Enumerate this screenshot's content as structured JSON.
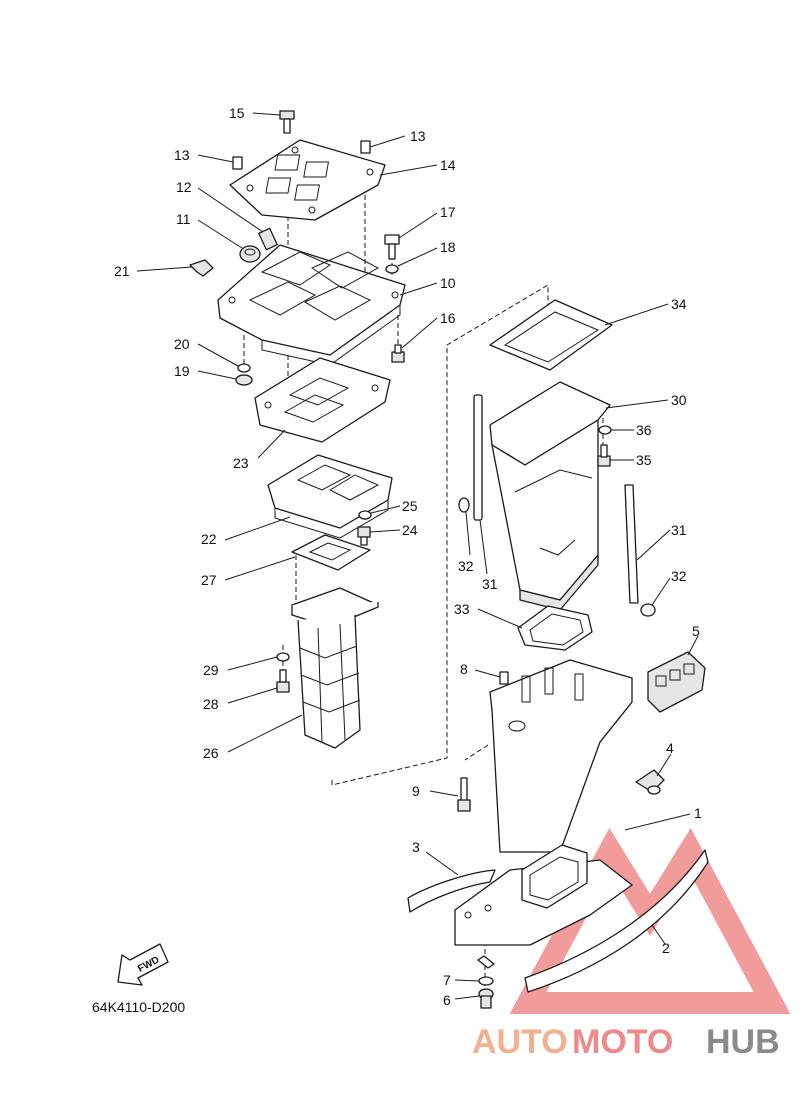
{
  "diagram": {
    "code": "64K4110-D200",
    "fwd_label": "FWD",
    "callouts": [
      {
        "id": "c1",
        "text": "1"
      },
      {
        "id": "c2",
        "text": "2"
      },
      {
        "id": "c3",
        "text": "3"
      },
      {
        "id": "c4",
        "text": "4"
      },
      {
        "id": "c5",
        "text": "5"
      },
      {
        "id": "c6",
        "text": "6"
      },
      {
        "id": "c7",
        "text": "7"
      },
      {
        "id": "c8",
        "text": "8"
      },
      {
        "id": "c9",
        "text": "9"
      },
      {
        "id": "c10",
        "text": "10"
      },
      {
        "id": "c11",
        "text": "11"
      },
      {
        "id": "c12",
        "text": "12"
      },
      {
        "id": "c13a",
        "text": "13"
      },
      {
        "id": "c13b",
        "text": "13"
      },
      {
        "id": "c14",
        "text": "14"
      },
      {
        "id": "c15",
        "text": "15"
      },
      {
        "id": "c16",
        "text": "16"
      },
      {
        "id": "c17",
        "text": "17"
      },
      {
        "id": "c18",
        "text": "18"
      },
      {
        "id": "c19",
        "text": "19"
      },
      {
        "id": "c20",
        "text": "20"
      },
      {
        "id": "c21",
        "text": "21"
      },
      {
        "id": "c22",
        "text": "22"
      },
      {
        "id": "c23",
        "text": "23"
      },
      {
        "id": "c24",
        "text": "24"
      },
      {
        "id": "c25",
        "text": "25"
      },
      {
        "id": "c26",
        "text": "26"
      },
      {
        "id": "c27",
        "text": "27"
      },
      {
        "id": "c28",
        "text": "28"
      },
      {
        "id": "c29",
        "text": "29"
      },
      {
        "id": "c30",
        "text": "30"
      },
      {
        "id": "c31a",
        "text": "31"
      },
      {
        "id": "c31b",
        "text": "31"
      },
      {
        "id": "c32a",
        "text": "32"
      },
      {
        "id": "c32b",
        "text": "32"
      },
      {
        "id": "c33",
        "text": "33"
      },
      {
        "id": "c34",
        "text": "34"
      },
      {
        "id": "c35",
        "text": "35"
      },
      {
        "id": "c36",
        "text": "36"
      }
    ]
  },
  "watermark": {
    "part1": "AUTO",
    "part2": "MOTO",
    "part3": "HUB",
    "colors": {
      "triangle": "#f08a8a",
      "auto": "#f4b08e",
      "moto": "#f08a8a",
      "hub": "#8a8a8a"
    }
  }
}
